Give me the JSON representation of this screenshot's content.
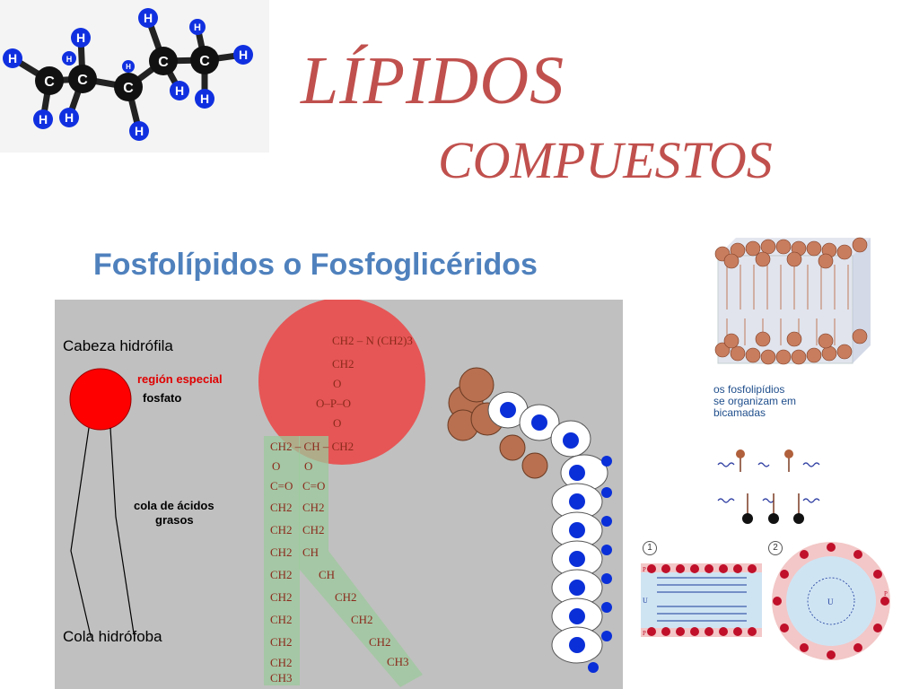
{
  "slide": {
    "title_line1": "LÍPIDOS",
    "title_line2": "COMPUESTOS",
    "subtitle": "Fosfolípidos o Fosfoglicéridos"
  },
  "molecule": {
    "atoms": [
      "H",
      "H",
      "H",
      "H",
      "H",
      "H",
      "H",
      "H",
      "H",
      "H",
      "H",
      "H",
      "C",
      "C",
      "C",
      "C",
      "C"
    ]
  },
  "diagram": {
    "head_label": "Cabeza hidrófila",
    "special_region": "región especial",
    "phosphate": "fosfato",
    "tail_label": "cola de ácidos",
    "tail_label2": "grasos",
    "hydrophobic_tail": "Cola hidrófoba"
  },
  "formula": {
    "line1": "CH2 – N (CH2)3",
    "line2": "CH2",
    "line3": "O",
    "line4": "O–P–O",
    "line5": "O",
    "glycerol": "CH2 – CH – CH2",
    "o_left": "O",
    "o_mid": "O",
    "co_left": "C=O",
    "co_mid": "C=O",
    "chain_left": [
      "CH2",
      "CH2",
      "CH2",
      "CH2",
      "CH2",
      "CH2",
      "CH2",
      "CH2",
      "CH3"
    ],
    "chain_mid": [
      "CH2",
      "CH2",
      "CH",
      "CH",
      "CH2",
      "CH2",
      "CH2",
      "CH3"
    ]
  },
  "bilayer": {
    "caption_line1": "os fosfolipídios",
    "caption_line2": "se organizam em",
    "caption_line3": "bicamadas"
  },
  "membrane": {
    "num1": "1",
    "num2": "2",
    "p_label": "P",
    "u_label": "U"
  },
  "colors": {
    "title": "#c0504d",
    "subtitle": "#4f81bd",
    "head": "#ff0000",
    "panel": "#c0c0c0"
  }
}
